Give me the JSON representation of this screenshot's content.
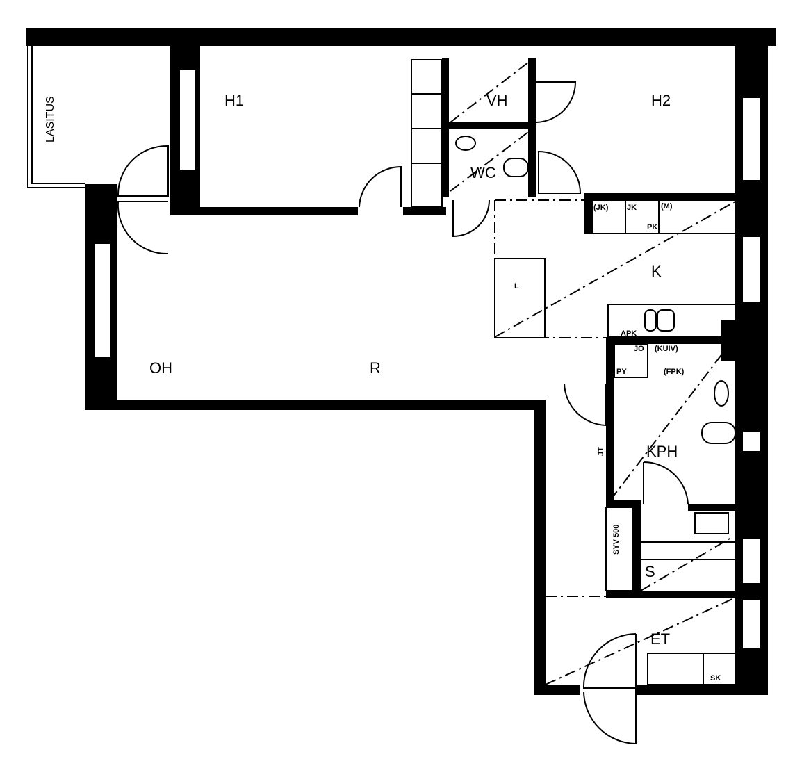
{
  "plan": {
    "rooms": {
      "lasitus": "LASITUS",
      "h1": "H1",
      "vh": "VH",
      "h2": "H2",
      "wc": "WC",
      "k": "K",
      "oh": "OH",
      "r": "R",
      "kph": "KPH",
      "s": "S",
      "et": "ET"
    },
    "fixtures": {
      "jk_paren": "(JK)",
      "jk": "JK",
      "pk": "PK",
      "m": "(M)",
      "l": "L",
      "apk": "APK",
      "jo": "JO",
      "kuiv": "(KUIV)",
      "py": "PY",
      "fpk": "(FPK)",
      "jt": "JT",
      "syv": "SYV 500",
      "sk": "SK"
    }
  }
}
